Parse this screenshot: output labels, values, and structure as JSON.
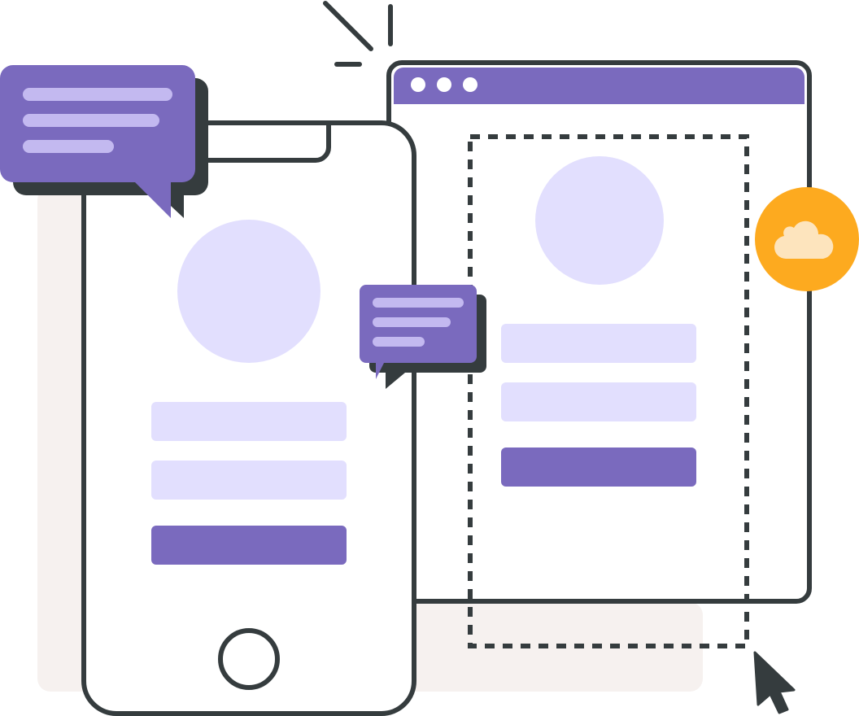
{
  "illustration": {
    "title": "Responsive design: mobile and browser mockups",
    "colors": {
      "outline": "#353c3e",
      "purple": "#7a6abe",
      "purple_light": "#c3b9f0",
      "lavender": "#e2dffe",
      "backdrop": "#f6f1ef",
      "orange": "#fdaa1f",
      "cloud": "#fde4bd",
      "white": "#ffffff"
    },
    "phone": {
      "fields": 2,
      "button": 1,
      "home_button": true
    },
    "browser": {
      "window_dots": 3,
      "fields": 2,
      "button": 1,
      "selection": "dashed-rectangle"
    },
    "chat_bubbles": [
      {
        "size": "large",
        "lines": 3
      },
      {
        "size": "small",
        "lines": 3
      }
    ],
    "badges": [
      {
        "icon": "cloud-icon",
        "color": "#fdaa1f"
      }
    ],
    "cursor": "arrow-pointer"
  }
}
